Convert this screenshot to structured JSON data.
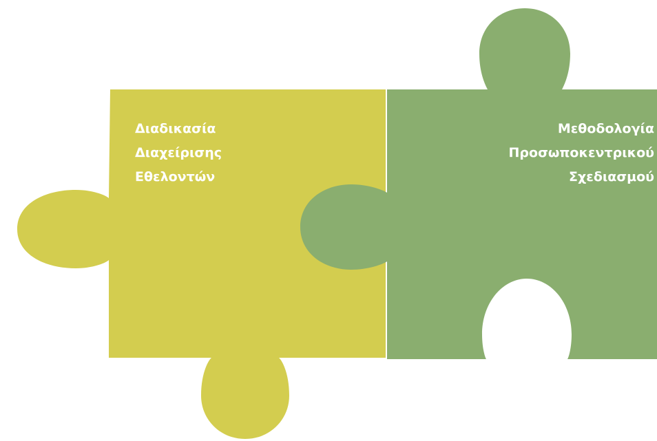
{
  "pieces": [
    {
      "id": "left",
      "color": "#d3cd4f",
      "label_lines": [
        "Διαδικασία",
        "Διαχείρισης",
        "Εθελοντών"
      ]
    },
    {
      "id": "right",
      "color": "#8aae6f",
      "label_lines": [
        "Μεθοδολογία",
        "Προσωποκεντρικού",
        "Σχεδιασμού"
      ]
    }
  ],
  "background": "#ffffff"
}
